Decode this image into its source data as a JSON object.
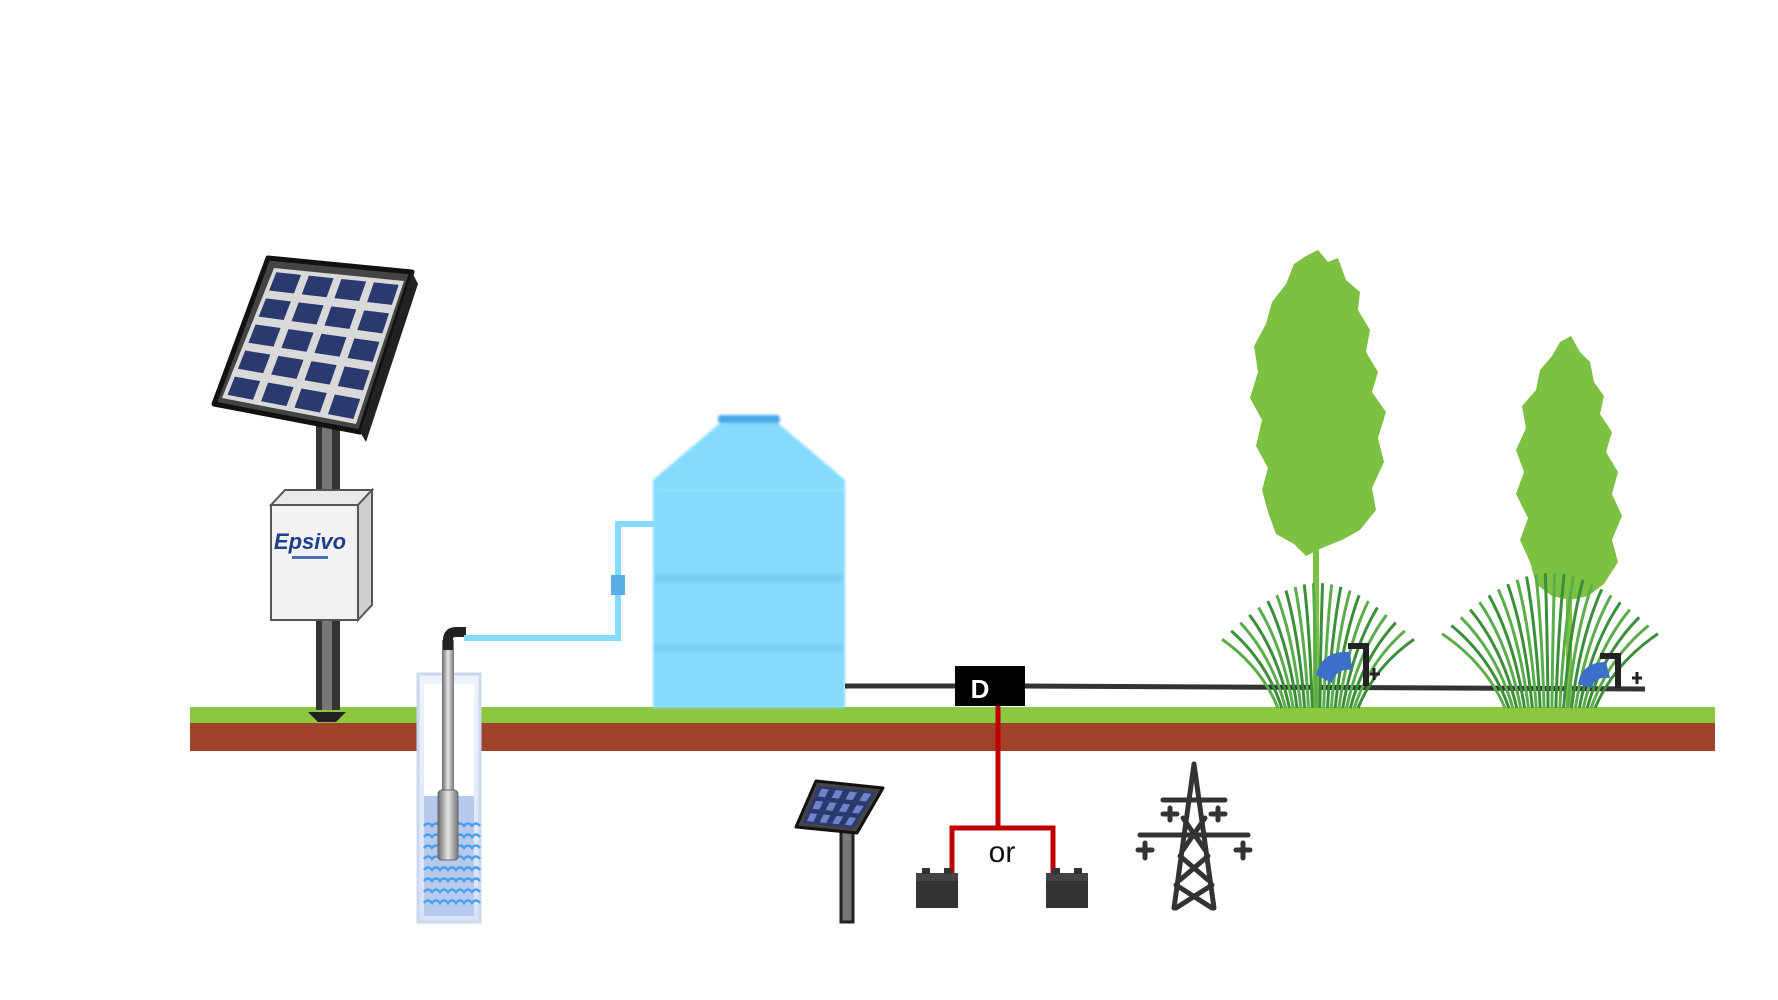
{
  "labels": {
    "controller_brand": "Epsivo",
    "drip_controller": "D",
    "or": "or"
  },
  "colors": {
    "grass": "#8dc63f",
    "soil": "#a0432a",
    "tank": "#85dbfb",
    "tank_cap": "#4aa8e8",
    "pipe_water": "#85dbfb",
    "drip_line": "#333333",
    "power_wire": "#c00000",
    "tree": "#7dc142",
    "grass_tuft": "#3c8f3a",
    "panel_cell": "#2b3a6e",
    "dripper": "#3b6fc9",
    "brand": "#1d3f8c"
  },
  "icons": {
    "solar_panel": "solar-panel-icon",
    "battery": "battery-icon",
    "power_tower": "power-tower-icon",
    "tree": "tree-icon",
    "dripper": "dripper-icon"
  }
}
